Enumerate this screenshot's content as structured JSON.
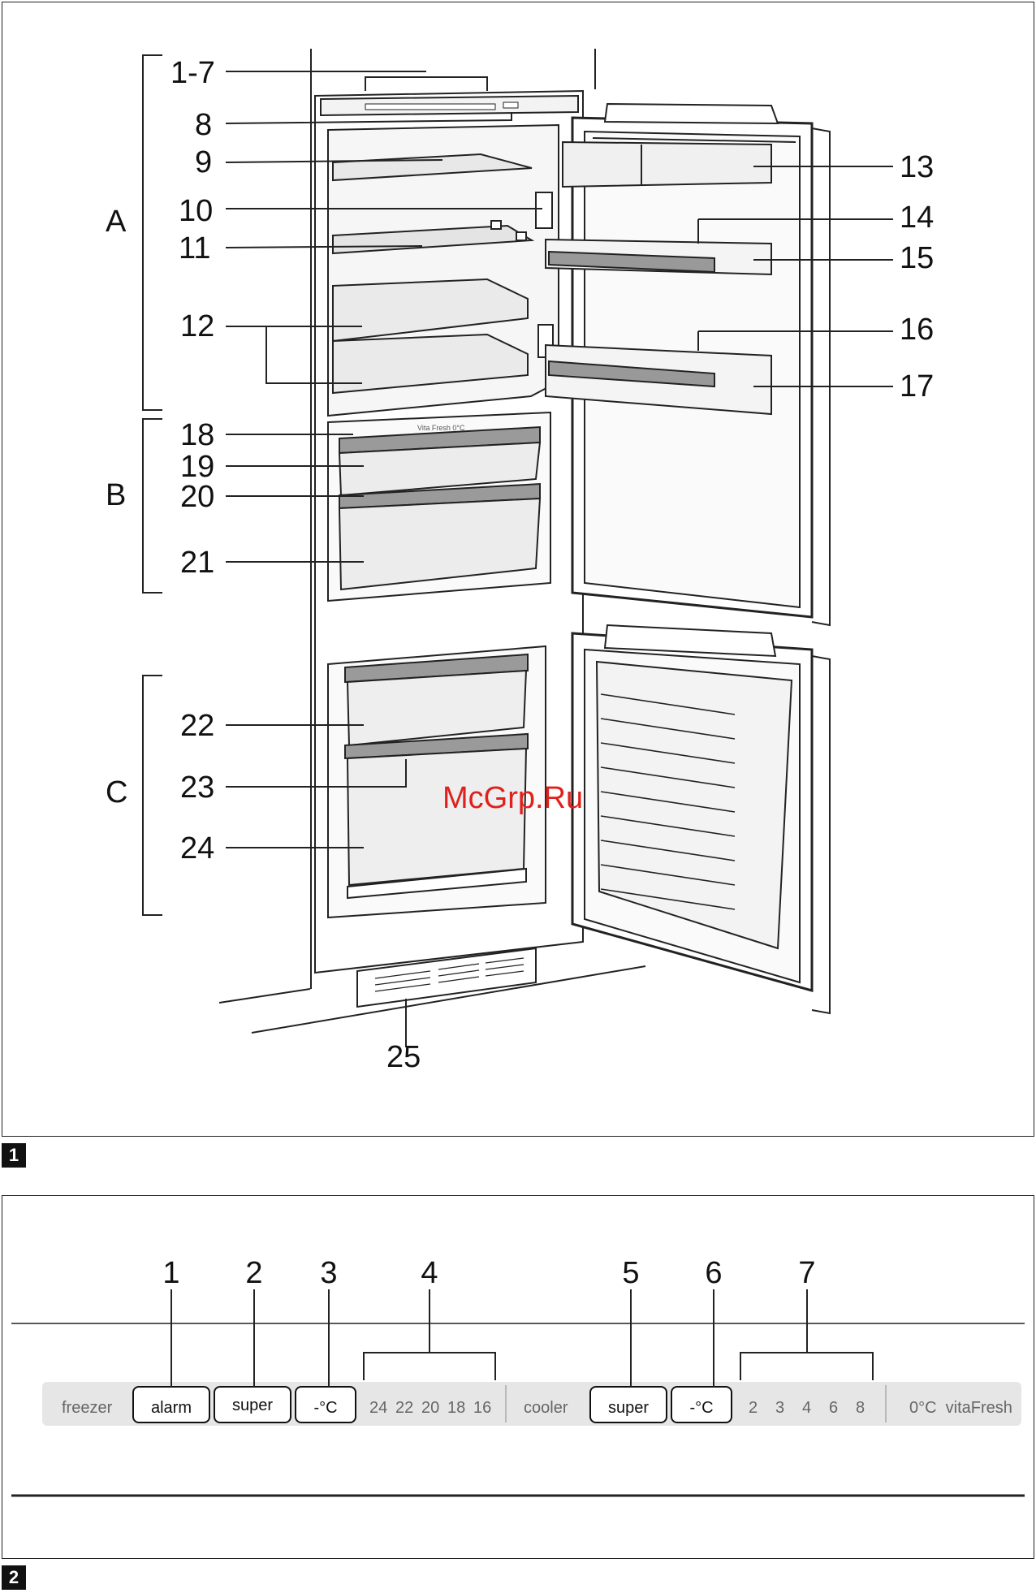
{
  "figure1": {
    "badge": "1",
    "section_labels": [
      "A",
      "B",
      "C"
    ],
    "callouts": [
      "1-7",
      "8",
      "9",
      "10",
      "11",
      "12",
      "13",
      "14",
      "15",
      "16",
      "17",
      "18",
      "19",
      "20",
      "21",
      "22",
      "23",
      "24",
      "25"
    ],
    "drawer_label": "Vita Fresh 0°C",
    "watermark": "McGrp.Ru"
  },
  "figure2": {
    "badge": "2",
    "numbers": [
      "1",
      "2",
      "3",
      "4",
      "5",
      "6",
      "7"
    ],
    "panel": {
      "freezer_label": "freezer",
      "alarm_button": "alarm",
      "freezer_super_button": "super",
      "freezer_temp_button": "-°C",
      "freezer_temps": [
        "24",
        "22",
        "20",
        "18",
        "16"
      ],
      "cooler_label": "cooler",
      "cooler_super_button": "super",
      "cooler_temp_button": "-°C",
      "cooler_temps": [
        "2",
        "3",
        "4",
        "6",
        "8"
      ],
      "vitafresh_label": "0°C  vitaFresh"
    }
  },
  "colors": {
    "line": "#222222",
    "panel_bg": "#e6e6e6",
    "watermark": "#e0201c"
  }
}
